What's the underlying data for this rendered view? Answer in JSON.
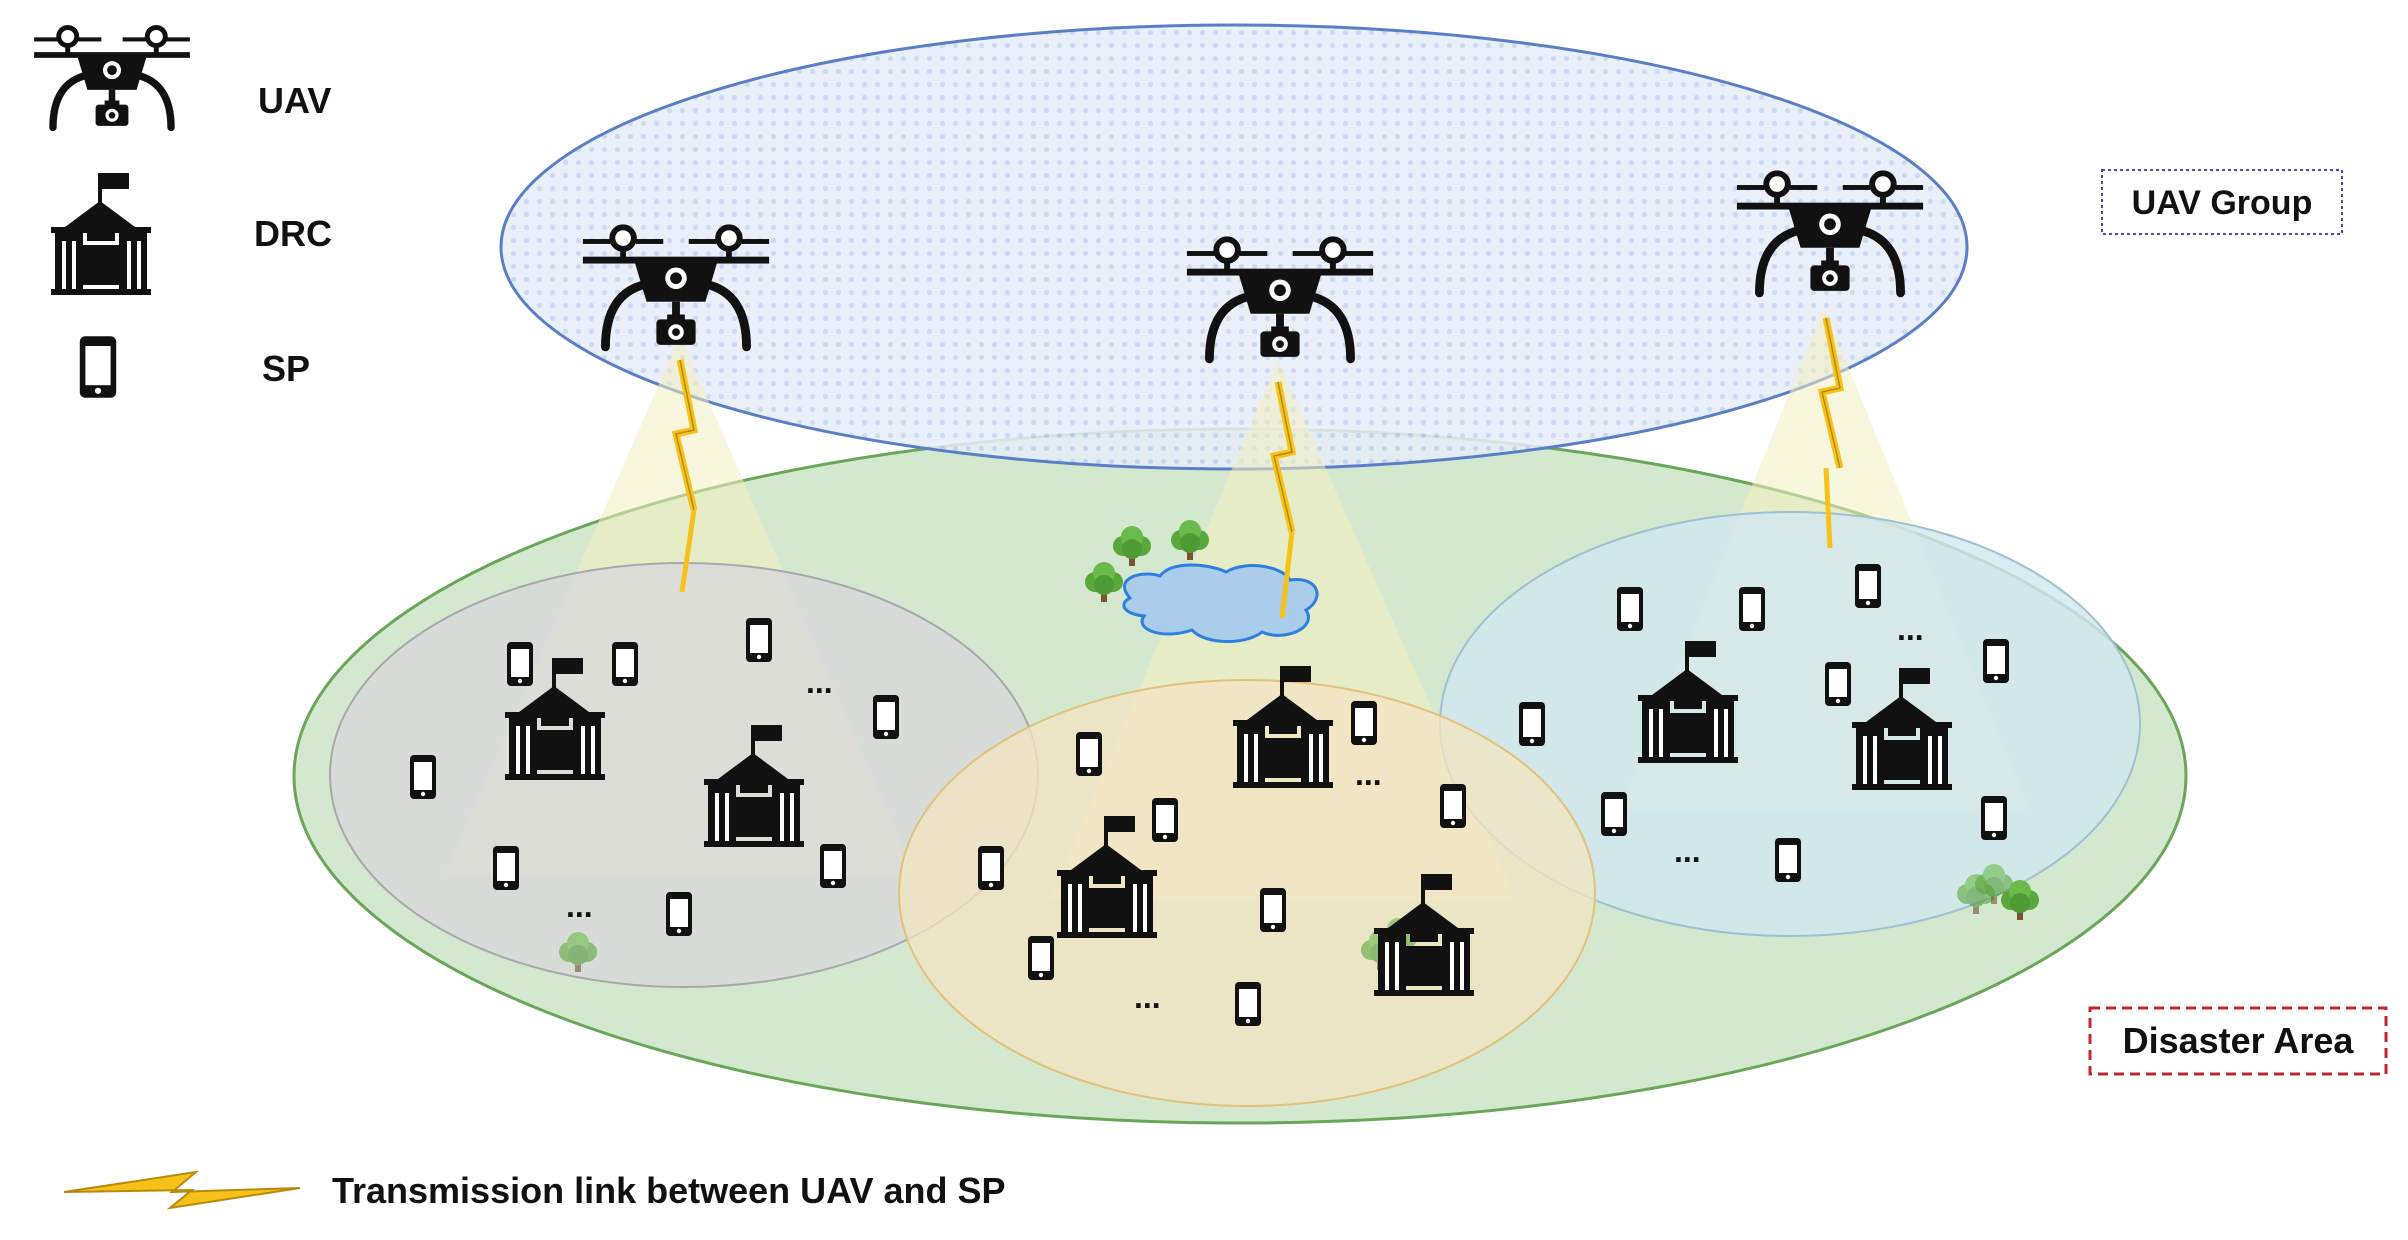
{
  "legend": {
    "uav": {
      "icon": "drone-icon",
      "label": "UAV"
    },
    "drc": {
      "icon": "tent-flag-icon",
      "label": "DRC"
    },
    "sp": {
      "icon": "smartphone-icon",
      "label": "SP"
    },
    "link": {
      "icon": "lightning-icon",
      "label": "Transmission link between UAV and SP"
    }
  },
  "callouts": {
    "uav_group": "UAV Group",
    "disaster_area": "Disaster Area"
  },
  "ellipsis": "...",
  "colors": {
    "uav_group_fill": "#dbe6f7",
    "uav_group_border": "#5b7fc7",
    "disaster_fill": "#d4e8cf",
    "disaster_border": "#6aa65a",
    "zone_left": "#d9d9db",
    "zone_middle": "#f3e4c2",
    "zone_right": "#d2e6ee",
    "beam": "#f3efbf",
    "lightning": "#f6c21a",
    "water": "#a9cdea",
    "tree": "#5aa83c",
    "uav_group_callout_border": "#4a4aa8",
    "disaster_callout_border": "#c0282d",
    "icon": "#111111"
  }
}
